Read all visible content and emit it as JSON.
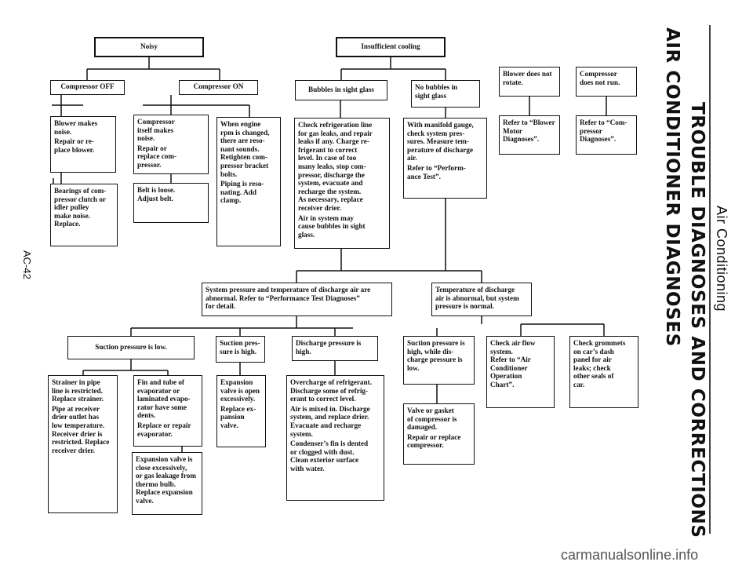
{
  "document": {
    "header_section": "Air Conditioning",
    "title": "TROUBLE DIAGNOSES AND CORRECTIONS",
    "subtitle": "AIR CONDITIONER DIAGNOSES",
    "page_number": "AC-42",
    "watermark": "carmanualsonline.info"
  },
  "diagram": {
    "nodes": {
      "noisy": [
        "Noisy"
      ],
      "compressor_off": [
        "Compressor OFF"
      ],
      "compressor_on": [
        "Compressor ON"
      ],
      "blower_noise": [
        "Blower makes",
        "noise.",
        "Repair or re-",
        "place blower."
      ],
      "bearings_noise": [
        "Bearings of com-",
        "pressor clutch or",
        "idler pulley",
        "make noise.",
        "Replace."
      ],
      "compressor_noise": [
        "Compressor",
        "itself makes",
        "noise.",
        "Repair or",
        "replace com-",
        "pressor."
      ],
      "belt_loose": [
        "Belt is loose.",
        "Adjust belt."
      ],
      "engine_rpm": [
        "When engine",
        "rpm is changed,",
        "there are reso-",
        "nant sounds.",
        "Retighten com-",
        "pressor bracket",
        "bolts.",
        "Piping is reso-",
        "nating. Add",
        "clamp."
      ],
      "insufficient_cooling": [
        "Insufficient cooling"
      ],
      "bubbles": [
        "Bubbles in sight glass"
      ],
      "no_bubbles": [
        "No bubbles in",
        "sight glass"
      ],
      "check_refrigeration": [
        "Check refrigeration line",
        "for gas leaks, and repair",
        "leaks if any. Charge re-",
        "frigerant to correct",
        "level. In case of too",
        "many leaks, stop com-",
        "pressor, discharge the",
        "system, evacuate and",
        "recharge the system.",
        "As necessary, replace",
        "receiver drier."
      ],
      "check_refrigeration_note": [
        "Air in system may",
        "cause bubbles in sight",
        "glass."
      ],
      "manifold_gauge": [
        "With manifold gauge,",
        "check system pres-",
        "sures. Measure tem-",
        "perature of discharge",
        "air.",
        "Refer to “Perform-",
        "ance Test”."
      ],
      "blower_not_rotate": [
        "Blower does not",
        "rotate."
      ],
      "blower_refer": [
        "Refer to “Blower",
        "Motor",
        "Diagnoses”."
      ],
      "compressor_not_run": [
        "Compressor",
        "does not run."
      ],
      "compressor_refer": [
        "Refer to “Com-",
        "pressor",
        "Diagnoses”."
      ],
      "system_pressure": [
        "System pressure and temperature of discharge air are",
        "abnormal. Refer to “Performance Test Diagnoses”",
        "for detail."
      ],
      "temp_abnormal": [
        "Temperature of discharge",
        "air is abnormal, but system",
        "pressure is normal."
      ],
      "suction_low": [
        "Suction pressure is low."
      ],
      "suction_high": [
        "Suction pres-",
        "sure is high."
      ],
      "discharge_high": [
        "Discharge pressure is",
        "high."
      ],
      "suction_high_discharge_low": [
        "Suction pressure is",
        "high, while dis-",
        "charge pressure is",
        "low."
      ],
      "check_air_flow": [
        "Check air flow",
        "system.",
        "Refer to “Air",
        "Conditioner",
        "Operation",
        "Chart”."
      ],
      "check_grommets": [
        "Check grommets",
        "on car’s dash",
        "panel for air",
        "leaks; check",
        "other seals of",
        "car."
      ],
      "strainer": [
        "Strainer in pipe",
        "line is restricted.",
        "Replace strainer."
      ],
      "strainer_note": [
        "Pipe at receiver",
        "drier outlet has",
        "low temperature.",
        "Receiver drier is",
        "restricted. Replace",
        "receiver drier."
      ],
      "fin_tube": [
        "Fin and tube of",
        "evaporator or",
        "laminated evapo-",
        "rator have some",
        "dents.",
        "Replace or repair",
        "evaporator."
      ],
      "expansion_excessive": [
        "Expansion valve is",
        "close excessively,",
        "or gas leakage from",
        "thermo bulb.",
        "Replace expansion",
        "valve."
      ],
      "expansion_open": [
        "Expansion",
        "valve is open",
        "excessively.",
        "Replace ex-",
        "pansion valve."
      ],
      "overcharge": [
        "Overcharge of refrigerant.",
        "Discharge some of refrig-",
        "erant to correct level.",
        "Air is mixed in. Discharge",
        "system, and replace drier.",
        "Evacuate and recharge",
        "system.",
        "Condenser’s fin is dented",
        "or clogged with dust.",
        "Clean exterior surface",
        "with water."
      ],
      "valve_gasket": [
        "Valve or gasket",
        "of compressor is",
        "damaged.",
        "Repair or replace",
        "compressor."
      ]
    }
  }
}
